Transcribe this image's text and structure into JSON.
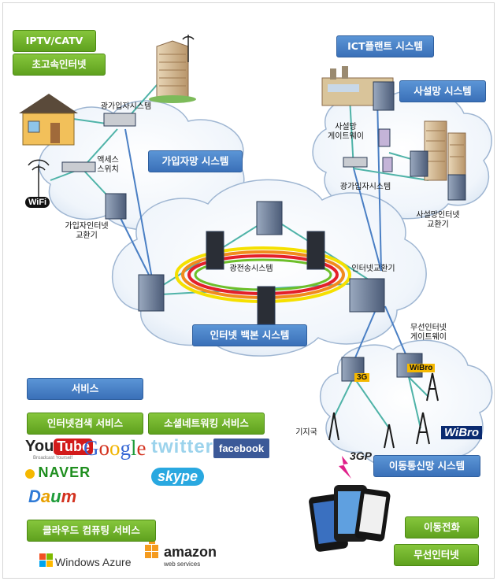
{
  "labels": {
    "iptv_catv": "IPTV/CATV",
    "high_speed_internet": "초고속인터넷",
    "ict_plant": "ICT플랜트 시스템",
    "private_network": "사설망 시스템",
    "subscriber_network": "가입자망 시스템",
    "backbone": "인터넷 백본 시스템",
    "mobile_network": "이동통신망 시스템",
    "services": "서비스",
    "internet_search": "인터넷검색 서비스",
    "social_networking": "소셜네트워킹 서비스",
    "cloud_computing": "클라우드 컴퓨팅 서비스",
    "mobile_phone": "이동전화",
    "wireless_internet": "무선인터넷"
  },
  "captions": {
    "optical_subscriber_left": "광가입자시스템",
    "access_switch": "액세스\n스위치",
    "subscriber_exchange": "가입자인터넷\n교환기",
    "private_gateway": "사설망\n게이트웨이",
    "optical_subscriber_right": "광가입자시스템",
    "private_exchange": "사설망인터넷\n교환기",
    "optical_transport": "광전송시스템",
    "internet_exchange": "인터넷교환기",
    "wireless_gateway": "무선인터넷\n게이트웨이",
    "base_station": "기지국"
  },
  "badges": {
    "wifi": "WiFi",
    "3g": "3G",
    "wibro_small": "WiBro",
    "wibro_logo": "WiBro",
    "3gp": "3GP"
  },
  "logos": {
    "youtube_a": "You",
    "youtube_b": "Tube",
    "youtube_sub": "Broadcast Yourself",
    "google": [
      "G",
      "o",
      "o",
      "g",
      "l",
      "e"
    ],
    "naver": "NAVER",
    "daum": [
      "D",
      "a",
      "u",
      "m"
    ],
    "twitter": "twitter",
    "facebook": "facebook",
    "skype": "skype",
    "windows_azure": "Windows Azure",
    "amazon": "amazon",
    "amazon_sub": "web services"
  },
  "colors": {
    "label_blue": "#3a70b8",
    "label_green": "#5fa11e",
    "link_blue": "#4a7fc4",
    "link_teal": "#4fb3a8",
    "google": [
      "#3466d4",
      "#d3321f",
      "#f0b400",
      "#3466d4",
      "#1e9c3a",
      "#d3321f"
    ],
    "daum": [
      "#2f7ad6",
      "#e8a000",
      "#1e9c3a",
      "#d3321f"
    ]
  }
}
